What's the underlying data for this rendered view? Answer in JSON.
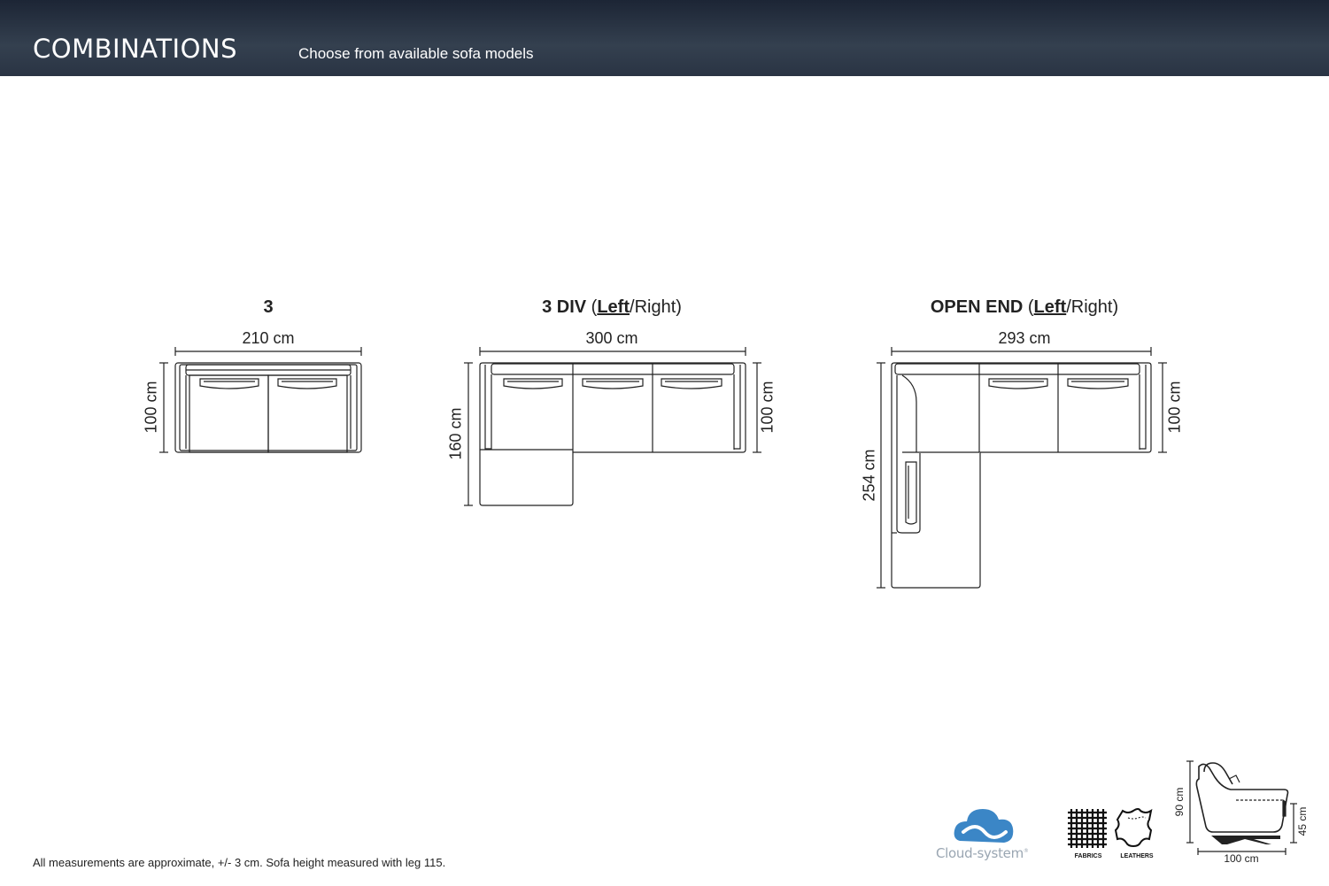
{
  "header": {
    "title": "COMBINATIONS",
    "subtitle": "Choose from available sofa models"
  },
  "combinations": [
    {
      "name": "3",
      "width_label": "210 cm",
      "depth_label": "100 cm"
    },
    {
      "name": "3 DIV",
      "paren_open": " (",
      "selected_side": "Left",
      "other_side": "/Right)",
      "width_label": "300 cm",
      "left_depth_label": "160 cm",
      "right_depth_label": "100 cm"
    },
    {
      "name": "OPEN END",
      "paren_open": " (",
      "selected_side": "Left",
      "other_side": "/Right)",
      "width_label": "293 cm",
      "left_depth_label": "254 cm",
      "right_depth_label": "100 cm"
    }
  ],
  "footer": {
    "note": "All measurements are approximate, +/- 3 cm. Sofa height measured with leg 115.",
    "logo_text": "Cloud-system",
    "logo_mark": "®",
    "fabrics_label": "FABRICS",
    "leathers_label": "LEATHERS",
    "chair_height_label": "90 cm",
    "chair_seat_label": "45 cm",
    "chair_width_label": "100 cm"
  },
  "colors": {
    "header_bg": "#2a3444",
    "logo_blue": "#3b86c6",
    "logo_text": "#9aa6b2",
    "line": "#222222"
  }
}
